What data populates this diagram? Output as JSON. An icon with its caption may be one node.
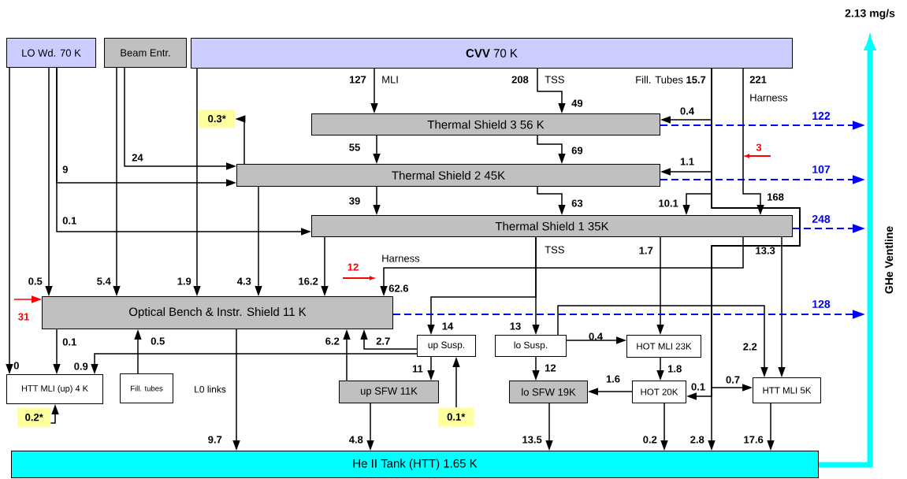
{
  "diagram": {
    "nodes": [
      {
        "text": [
          "LO Wd. 70 K"
        ]
      },
      {
        "text": [
          "Beam Entr."
        ]
      },
      {
        "text": [
          "**CVV** 70 K"
        ]
      },
      {
        "text": [
          "Thermal Shield 3 56 K"
        ]
      },
      {
        "text": [
          "Thermal Shield 2 45K"
        ]
      },
      {
        "text": [
          "Thermal Shield 1 35K"
        ]
      },
      {
        "text": [
          "Optical Bench & Instr. Shield 11 K"
        ]
      },
      {
        "text": [
          "HTT MLI (up) 4 K"
        ]
      },
      {
        "text": [
          "Fill. tubes"
        ]
      },
      {
        "text": [
          "up Susp."
        ]
      },
      {
        "text": [
          "up SFW 11K"
        ]
      },
      {
        "text": [
          "lo Susp."
        ]
      },
      {
        "text": [
          "lo SFW 19K"
        ]
      },
      {
        "text": [
          "HOT MLI 23K"
        ]
      },
      {
        "text": [
          "HOT 20K"
        ]
      },
      {
        "text": [
          "HTT MLI 5K"
        ]
      },
      {
        "text": [
          "He II Tank (HTT) 1.65 K"
        ]
      },
      {
        "text": [
          "0.3*"
        ]
      },
      {
        "text": [
          "0.2*"
        ]
      },
      {
        "text": [
          "0.1*"
        ]
      }
    ],
    "edges": [
      {
        "from": 0,
        "to": 7,
        "arrow": "to",
        "label": "0"
      },
      {
        "from": 0,
        "to": 6,
        "arrow": "to",
        "label": "0.5"
      },
      {
        "from": 0,
        "to": 4,
        "arrow": "to",
        "label": "9"
      },
      {
        "from": 0,
        "to": 5,
        "arrow": "to",
        "label": "0.1"
      },
      {
        "from": 1,
        "to": 6,
        "arrow": "to",
        "label": "5.4"
      },
      {
        "from": 1,
        "to": 4,
        "arrow": "to",
        "label": "24"
      },
      {
        "from": 2,
        "to": 6,
        "arrow": "to",
        "label": "1.9"
      },
      {
        "from": 2,
        "to": 3,
        "arrow": "to",
        "label": "127"
      },
      {
        "from": 2,
        "to": 3,
        "arrow": "to",
        "label": "49"
      },
      {
        "from": 2,
        "to": 3,
        "arrow": "to",
        "label": "0.4"
      },
      {
        "from": 3,
        "to": 4,
        "arrow": "to",
        "label": "55"
      },
      {
        "from": 3,
        "to": 4,
        "arrow": "to",
        "label": "69"
      },
      {
        "from": 2,
        "to": 4,
        "arrow": "to",
        "label": "1.1"
      },
      {
        "from": 4,
        "to": 17,
        "arrow": "to"
      },
      {
        "from": 4,
        "to": 5,
        "arrow": "to",
        "label": "39"
      },
      {
        "from": 4,
        "to": 5,
        "arrow": "to",
        "label": "63"
      },
      {
        "from": 2,
        "to": 5,
        "arrow": "to",
        "label": "10.1"
      },
      {
        "from": 2,
        "to": 5,
        "arrow": "to",
        "label": "168"
      },
      {
        "from": 4,
        "to": 6,
        "arrow": "to",
        "label": "4.3"
      },
      {
        "from": 5,
        "to": 6,
        "arrow": "to",
        "label": "16.2"
      },
      {
        "from": 5,
        "to": 6,
        "arrow": "to",
        "label": "62.6"
      },
      {
        "from": 5,
        "to": 11,
        "arrow": "to",
        "label": "13"
      },
      {
        "from": 5,
        "to": 9,
        "arrow": "to",
        "label": "14"
      },
      {
        "from": 5,
        "to": 13,
        "arrow": "to",
        "label": "1.7"
      },
      {
        "from": 5,
        "to": 15,
        "arrow": "to",
        "label": "13.3"
      },
      {
        "from": 2,
        "to": 14,
        "arrow": "to",
        "label": "0.1"
      },
      {
        "from": 2,
        "to": 15,
        "arrow": "to",
        "label": "0.7"
      },
      {
        "from": 2,
        "to": 16,
        "arrow": "to",
        "label": "2.8"
      },
      {
        "from": 6,
        "to": 7,
        "arrow": "to",
        "label": "0.1"
      },
      {
        "from": 6,
        "to": 16,
        "arrow": "to",
        "label": "9.7"
      },
      {
        "from": 8,
        "to": 6,
        "arrow": "to",
        "label": "0.5"
      },
      {
        "from": 9,
        "to": 7,
        "arrow": "to",
        "label": "0.9"
      },
      {
        "from": 9,
        "to": 6,
        "arrow": "to",
        "label": "2.7"
      },
      {
        "from": 10,
        "to": 6,
        "arrow": "to",
        "label": "6.2"
      },
      {
        "from": 9,
        "to": 10,
        "arrow": "to",
        "label": "11"
      },
      {
        "from": 19,
        "to": 9,
        "arrow": "to"
      },
      {
        "from": 10,
        "to": 16,
        "arrow": "to",
        "label": "4.8"
      },
      {
        "from": 11,
        "to": 12,
        "arrow": "to",
        "label": "12"
      },
      {
        "from": 11,
        "to": 13,
        "arrow": "to",
        "label": "0.4"
      },
      {
        "from": 11,
        "to": 15,
        "arrow": "to",
        "label": "2.2"
      },
      {
        "from": 13,
        "to": 14,
        "arrow": "to",
        "label": "1.8"
      },
      {
        "from": 14,
        "to": 12,
        "arrow": "to",
        "label": "1.6"
      },
      {
        "from": 12,
        "to": 16,
        "arrow": "to",
        "label": "13.5"
      },
      {
        "from": 14,
        "to": 16,
        "arrow": "to",
        "label": "0.2"
      },
      {
        "from": 15,
        "to": 16,
        "arrow": "to",
        "label": "17.6"
      },
      {
        "from": 18,
        "to": 7,
        "arrow": "to"
      },
      {
        "from": 3,
        "to": null,
        "arrow": "to",
        "label": "122",
        "style": "dashed",
        "color": "#0000ff"
      },
      {
        "from": 4,
        "to": null,
        "arrow": "to",
        "label": "107",
        "style": "dashed",
        "color": "#0000ff"
      },
      {
        "from": 5,
        "to": null,
        "arrow": "to",
        "label": "248",
        "style": "dashed",
        "color": "#0000ff"
      },
      {
        "from": 6,
        "to": null,
        "arrow": "to",
        "label": "128",
        "style": "dashed",
        "color": "#0000ff"
      },
      {
        "from": 16,
        "to": null,
        "arrow": "to",
        "label": "2.13 mg/s",
        "style": "thick",
        "color": "#00ffff"
      },
      {
        "from": null,
        "to": 6,
        "arrow": "to",
        "label": "31",
        "color": "#ff0000"
      }
    ],
    "labels": [
      "MLI",
      "208",
      "TSS",
      "Fill. Tubes **15.7**",
      "221",
      "Harness",
      "3",
      "Harness",
      "12",
      "TSS",
      "L0 links",
      "GHe Ventline"
    ]
  }
}
